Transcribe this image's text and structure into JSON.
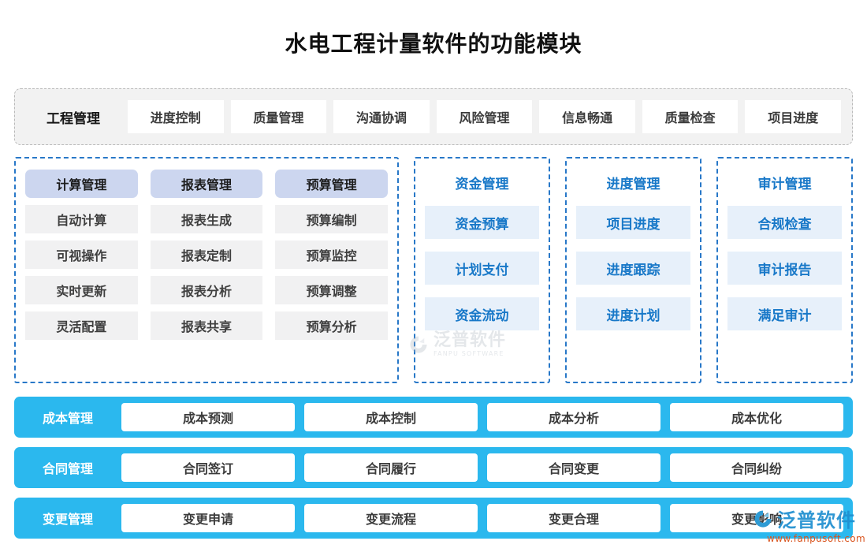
{
  "title": "水电工程计量软件的功能模块",
  "colors": {
    "accent_blue": "#1878c8",
    "bar_blue": "#2bb8ee",
    "pill_lavender": "#ccd6ef",
    "item_gray": "#f1f1f2",
    "item_light_blue": "#e7f0fa",
    "dashed_gray": "#b9b9b9",
    "dashed_blue": "#2878c8",
    "watermark_orange": "#d9541e"
  },
  "top_bar": {
    "head": "工程管理",
    "chips": [
      "进度控制",
      "质量管理",
      "沟通协调",
      "风险管理",
      "信息畅通",
      "质量检查",
      "项目进度"
    ]
  },
  "mid_panels": [
    {
      "type": "multi",
      "columns": [
        {
          "head": "计算管理",
          "items": [
            "自动计算",
            "可视操作",
            "实时更新",
            "灵活配置"
          ]
        },
        {
          "head": "报表管理",
          "items": [
            "报表生成",
            "报表定制",
            "报表分析",
            "报表共享"
          ]
        },
        {
          "head": "预算管理",
          "items": [
            "预算编制",
            "预算监控",
            "预算调整",
            "预算分析"
          ]
        }
      ]
    },
    {
      "type": "single",
      "head": "资金管理",
      "items": [
        "资金预算",
        "计划支付",
        "资金流动"
      ]
    },
    {
      "type": "single",
      "head": "进度管理",
      "items": [
        "项目进度",
        "进度跟踪",
        "进度计划"
      ]
    },
    {
      "type": "single",
      "head": "审计管理",
      "items": [
        "合规检查",
        "审计报告",
        "满足审计"
      ]
    }
  ],
  "bottom_bars": [
    {
      "head": "成本管理",
      "chips": [
        "成本预测",
        "成本控制",
        "成本分析",
        "成本优化"
      ]
    },
    {
      "head": "合同管理",
      "chips": [
        "合同签订",
        "合同履行",
        "合同变更",
        "合同纠纷"
      ]
    },
    {
      "head": "变更管理",
      "chips": [
        "变更申请",
        "变更流程",
        "变更合理",
        "变更影响"
      ]
    }
  ],
  "watermarks": {
    "center": {
      "name": "泛普软件",
      "sub": "FANPU SOFTWARE"
    },
    "corner": {
      "name": "泛普软件",
      "url": "www.fanpusoft.com"
    }
  }
}
